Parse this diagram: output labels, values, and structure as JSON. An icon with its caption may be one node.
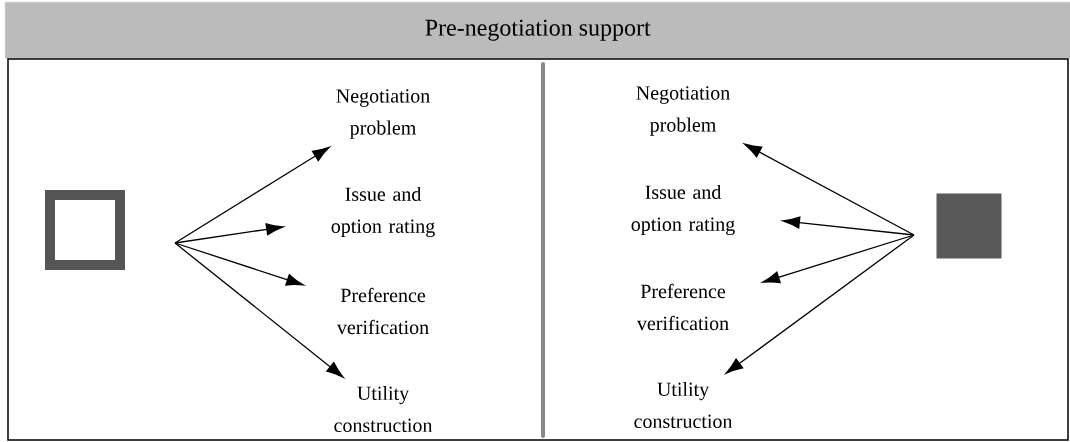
{
  "diagram": {
    "title": "Pre-negotiation support",
    "nodes": [
      {
        "text": [],
        "shape": "box"
      },
      {
        "text": [
          "Negotiation problem"
        ]
      },
      {
        "text": [
          "Issue and option rating"
        ]
      },
      {
        "text": [
          "Preference verification"
        ]
      },
      {
        "text": [
          "Utility construction"
        ]
      },
      {
        "text": [
          "Negotiation problem"
        ]
      },
      {
        "text": [
          "Issue and option rating"
        ]
      },
      {
        "text": [
          "Preference verification"
        ]
      },
      {
        "text": [
          "Utility construction"
        ]
      },
      {
        "text": [],
        "shape": "box"
      }
    ],
    "edges": [
      {
        "from": 0,
        "to": 1,
        "arrow": "to"
      },
      {
        "from": 0,
        "to": 2,
        "arrow": "to"
      },
      {
        "from": 0,
        "to": 3,
        "arrow": "to"
      },
      {
        "from": 0,
        "to": 4,
        "arrow": "to"
      },
      {
        "from": 9,
        "to": 5,
        "arrow": "to"
      },
      {
        "from": 9,
        "to": 6,
        "arrow": "to"
      },
      {
        "from": 9,
        "to": 7,
        "arrow": "to"
      },
      {
        "from": 9,
        "to": 8,
        "arrow": "to"
      }
    ]
  }
}
